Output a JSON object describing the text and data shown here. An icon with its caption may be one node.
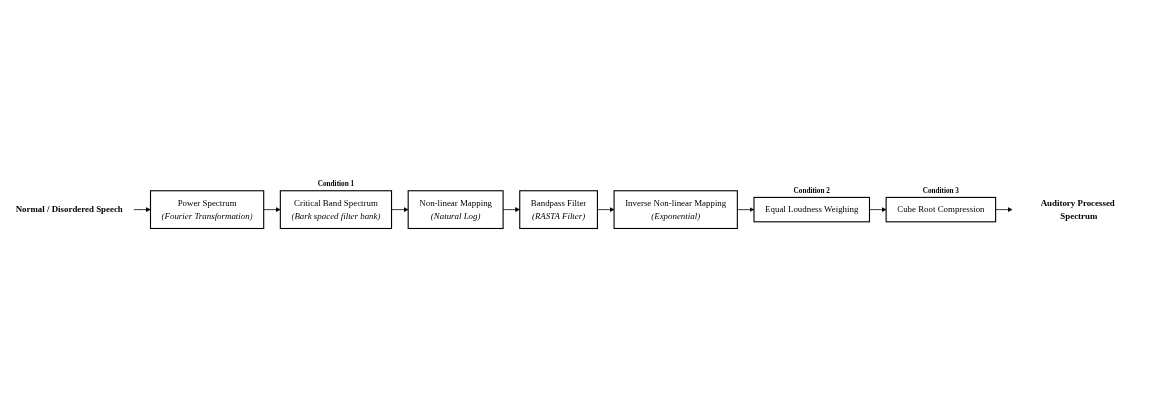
{
  "diagram": {
    "nodes": [
      {
        "text": [
          "Normal / Disordered Speech"
        ]
      },
      {
        "text": [
          "Power Spectrum",
          "(Fourier Transformation)"
        ]
      },
      {
        "text": [
          "Critical Band Spectrum",
          "(Bark spaced filter bank)"
        ],
        "beside": [
          "Condition 1"
        ]
      },
      {
        "text": [
          "Non-linear Mapping",
          "(Natural Log)"
        ]
      },
      {
        "text": [
          "Bandpass Filter",
          "(RASTA Filter)"
        ]
      },
      {
        "text": [
          "Inverse Non-linear Mapping",
          "(Exponential)"
        ]
      },
      {
        "text": [
          "Equal Loudness Weighing"
        ],
        "beside": [
          "Condition 2"
        ]
      },
      {
        "text": [
          "Cube Root Compression"
        ],
        "beside": [
          "Condition 3"
        ]
      },
      {
        "text": [
          "Auditory Processed Spectrum"
        ]
      }
    ],
    "edges": [
      {
        "from": 0,
        "to": 1,
        "arrow": "to"
      },
      {
        "from": 1,
        "to": 2,
        "arrow": "to"
      },
      {
        "from": 2,
        "to": 3,
        "arrow": "to"
      },
      {
        "from": 3,
        "to": 4,
        "arrow": "to"
      },
      {
        "from": 4,
        "to": 5,
        "arrow": "to"
      },
      {
        "from": 5,
        "to": 6,
        "arrow": "to"
      },
      {
        "from": 6,
        "to": 7,
        "arrow": "to"
      },
      {
        "from": 7,
        "to": 8,
        "arrow": "to"
      }
    ]
  }
}
